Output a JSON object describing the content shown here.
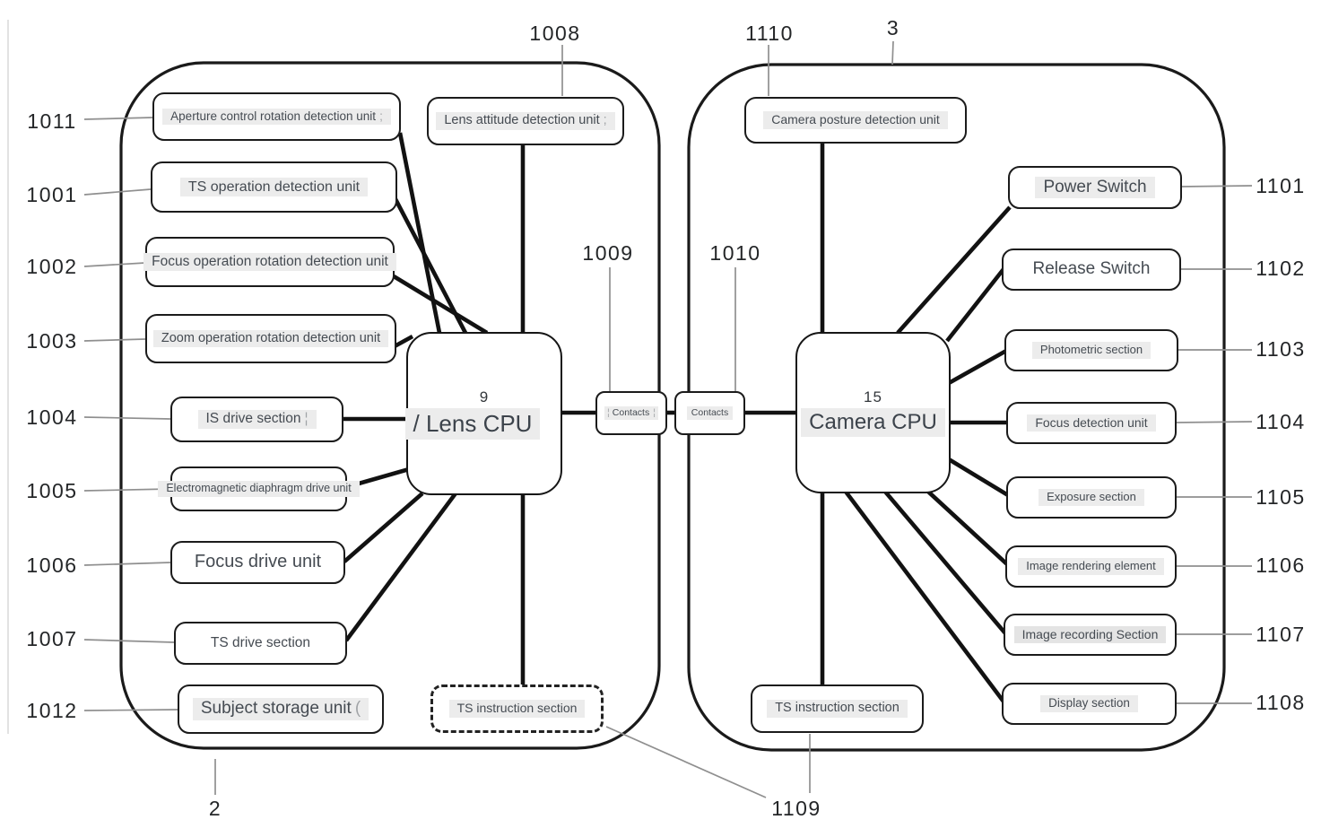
{
  "figure": {
    "lens": {
      "body_ref": "2",
      "cpu_ref": "9",
      "cpu_label": "/ Lens CPU",
      "attitude": {
        "ref": "1008",
        "label": "Lens attitude detection unit",
        "suffix": ";"
      },
      "contacts": {
        "ref": "1009",
        "label": "Contacts",
        "prefix": "¦",
        "suffix": "¦"
      },
      "instruction": {
        "label": "TS instruction section"
      },
      "units": [
        {
          "ref": "1011",
          "label": "Aperture control rotation detection unit",
          "suffix": ";"
        },
        {
          "ref": "1001",
          "label": "TS operation detection unit"
        },
        {
          "ref": "1002",
          "label": "Focus operation rotation detection unit"
        },
        {
          "ref": "1003",
          "label": "Zoom operation rotation detection unit"
        },
        {
          "ref": "1004",
          "label": "IS drive section",
          "suffix": "¦"
        },
        {
          "ref": "1005",
          "label": "Electromagnetic diaphragm drive unit"
        },
        {
          "ref": "1006",
          "label": "Focus drive unit"
        },
        {
          "ref": "1007",
          "label": "TS drive section"
        },
        {
          "ref": "1012",
          "label": "Subject storage unit",
          "suffix": "("
        }
      ]
    },
    "camera": {
      "body_ref": "3",
      "cpu_ref": "15",
      "cpu_label": "Camera CPU",
      "posture": {
        "ref": "1110",
        "label": "Camera posture detection unit"
      },
      "contacts": {
        "ref": "1010",
        "label": "Contacts"
      },
      "instruction": {
        "ref": "1109",
        "label": "TS instruction section"
      },
      "units": [
        {
          "ref": "1101",
          "label": "Power Switch"
        },
        {
          "ref": "1102",
          "label": "Release Switch"
        },
        {
          "ref": "1103",
          "label": "Photometric section"
        },
        {
          "ref": "1104",
          "label": "Focus detection unit"
        },
        {
          "ref": "1105",
          "label": "Exposure section"
        },
        {
          "ref": "1106",
          "label": "Image rendering element"
        },
        {
          "ref": "1107",
          "label": "Image recording Section"
        },
        {
          "ref": "1108",
          "label": "Display section"
        }
      ]
    }
  }
}
